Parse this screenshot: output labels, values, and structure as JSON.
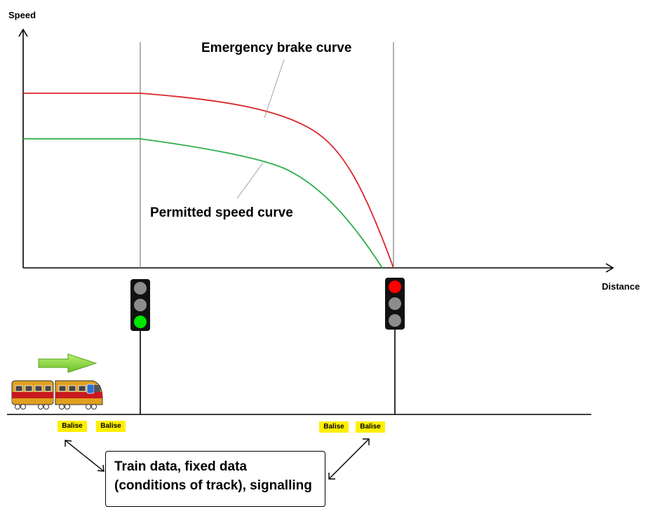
{
  "axes": {
    "y_label": "Speed",
    "x_label": "Distance"
  },
  "curves": {
    "emergency_label": "Emergency brake curve",
    "permitted_label": "Permitted speed curve",
    "emergency_color": "#d9262b",
    "permitted_color": "#2fae4a"
  },
  "signals": [
    {
      "name": "signal-green",
      "active_aspect": "green",
      "active_color": "#00e600"
    },
    {
      "name": "signal-red",
      "active_aspect": "red",
      "active_color": "#ff0000"
    }
  ],
  "balises": [
    "Balise",
    "Balise",
    "Balise",
    "Balise"
  ],
  "info_box": {
    "line1": "Train data, fixed data",
    "line2": "(conditions of track), signalling"
  },
  "icons": {
    "train": "train-icon",
    "direction": "direction-arrow-icon"
  }
}
